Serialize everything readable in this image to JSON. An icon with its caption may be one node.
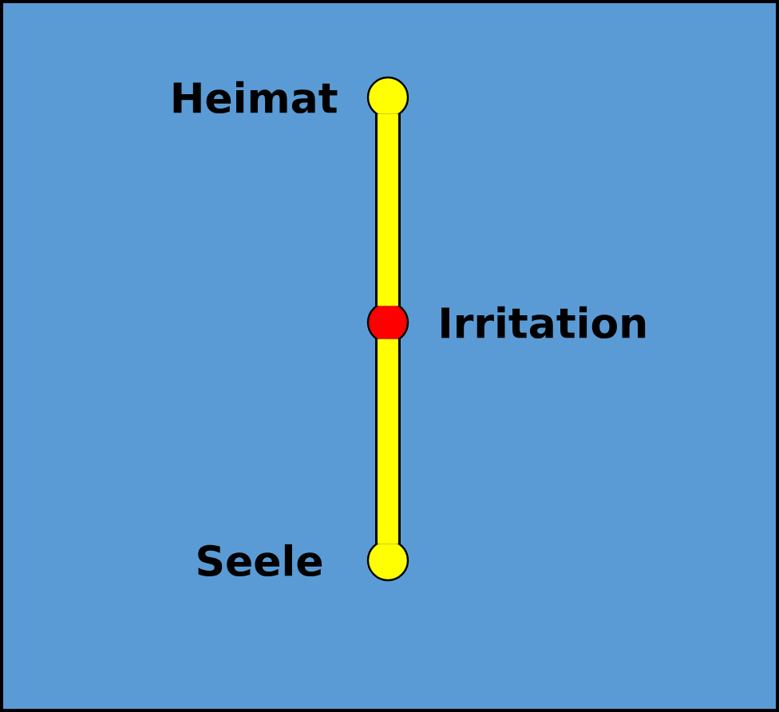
{
  "diagram": {
    "nodes": [
      {
        "text": [],
        "shape": "circle",
        "beside": [
          "Heimat"
        ]
      },
      {
        "text": [],
        "shape": "circle",
        "beside": [
          "Irritation"
        ]
      },
      {
        "text": [],
        "shape": "circle",
        "beside": [
          "Seele"
        ]
      }
    ],
    "edges": [
      {
        "from": 0,
        "to": 1,
        "arrow": "none"
      },
      {
        "from": 1,
        "to": 2,
        "arrow": "none"
      }
    ]
  }
}
